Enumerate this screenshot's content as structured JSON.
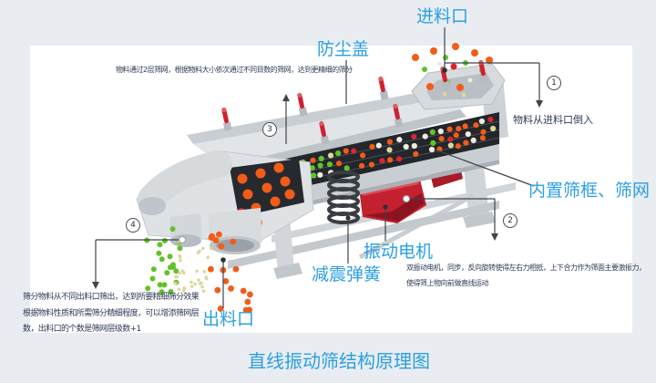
{
  "diagram": {
    "title": "直线振动筛结构原理图",
    "labels": {
      "feed_inlet": "进料口",
      "dust_cover": "防尘盖",
      "screen_frame": "内置筛框、筛网",
      "vibration_motor": "振动电机",
      "damping_spring": "减震弹簧",
      "discharge_outlet": "出料口"
    },
    "steps": [
      {
        "num": "1",
        "lines": [
          "物料从进料口倒入"
        ]
      },
      {
        "num": "2",
        "lines": [
          "双振动电机，同步，反向旋转使得左右力相抵，上下合力作为筛面主要激振力，",
          "使得筛上物向前做直线运动"
        ]
      },
      {
        "num": "3",
        "lines": [
          "物料通过2层筛网，根据物料大小依次通过不同目数的筛网，达到更精细的筛分"
        ]
      },
      {
        "num": "4",
        "lines": [
          "筛分物料从不同出料口筛出，达到所要精细筛分效果",
          "根据物料性质和所需筛分精细程度，可以增添筛网层",
          "数，出料口的个数是筛网层级数+1"
        ]
      }
    ],
    "colors": {
      "accent_blue": "#2b9fe3",
      "note_text": "#2e3a55",
      "annotation_line": "#3f444b",
      "motor_red": "#c32030",
      "clamp_red": "#cf2130",
      "ball_orange": "#f25c18",
      "ball_green": "#63c22a",
      "ball_white": "#f0ecdc",
      "ball_yellow": "#ddd79f",
      "ball_red": "#d8262e",
      "mesh_dark": "#23262b",
      "body_gray": "#d9dde1",
      "background": "#e9edf1",
      "panel": "#ffffff"
    }
  }
}
